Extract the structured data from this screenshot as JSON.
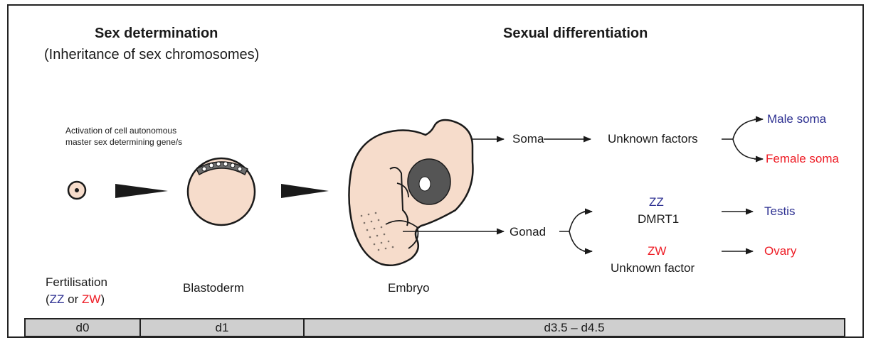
{
  "headings": {
    "left_title": "Sex determination",
    "left_subtitle": "(Inheritance of sex chromosomes)",
    "right_title": "Sexual differentiation"
  },
  "annotation": {
    "line1": "Activation of cell autonomous",
    "line2": "master sex determining gene/s"
  },
  "stages": {
    "fertilisation": "Fertilisation",
    "paren_open": "(",
    "zz": "ZZ",
    "or": " or ",
    "zw": "ZW",
    "paren_close": ")",
    "blastoderm": "Blastoderm",
    "embryo": "Embryo"
  },
  "pathways": {
    "soma": "Soma",
    "unknown_factors": "Unknown factors",
    "male_soma": "Male soma",
    "female_soma": "Female soma",
    "gonad": "Gonad",
    "zz": "ZZ",
    "dmrt1": "DMRT1",
    "zw": "ZW",
    "unknown_factor": "Unknown factor",
    "testis": "Testis",
    "ovary": "Ovary"
  },
  "timeline": [
    "d0",
    "d1",
    "d3.5 – d4.5"
  ],
  "colors": {
    "male": "#2e3192",
    "female": "#ee1c25",
    "tissue": "#f6dccb",
    "timeline": "#cfcfcf"
  }
}
